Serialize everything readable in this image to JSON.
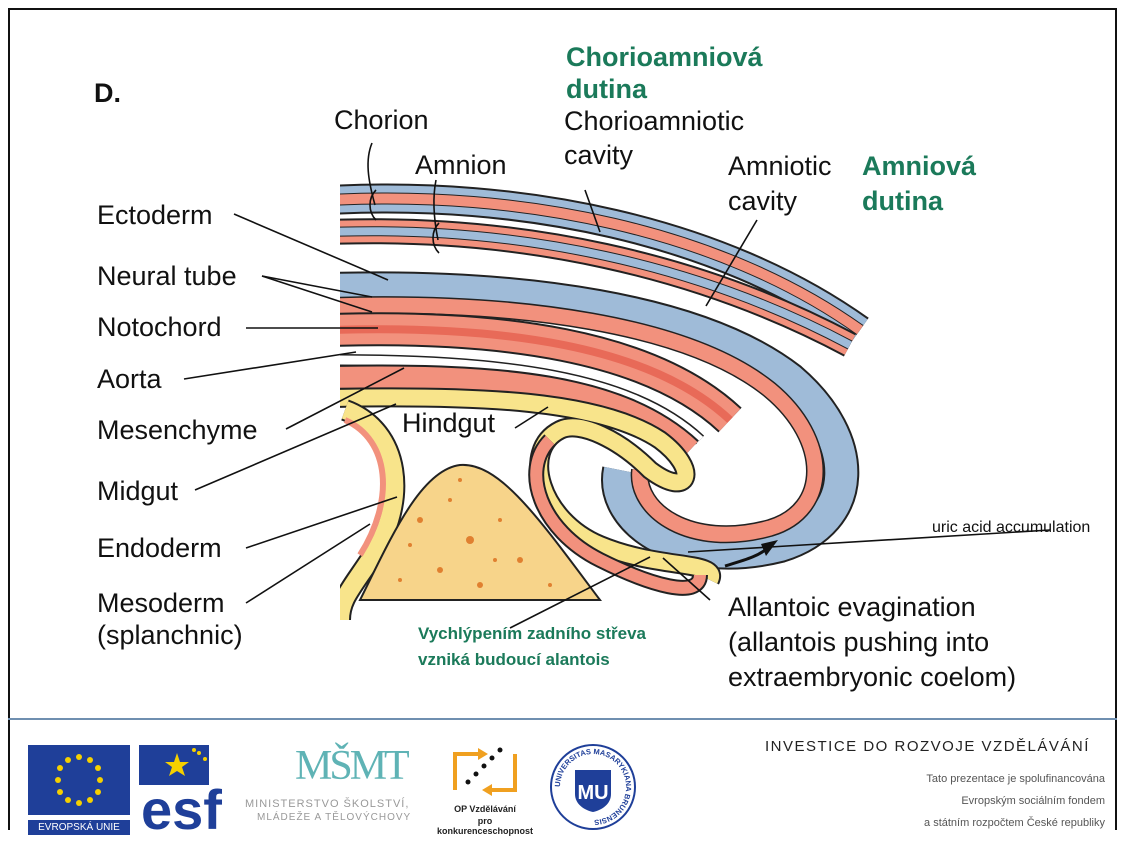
{
  "panel_letter": "D.",
  "labels": {
    "chorion": "Chorion",
    "amnion": "Amnion",
    "chorioamniotic_cavity": [
      "Chorioamniotic",
      "cavity"
    ],
    "chorioamniotic_cavity_cz": [
      "Chorioamniová",
      "dutina"
    ],
    "amniotic_cavity": [
      "Amniotic",
      "cavity"
    ],
    "amniotic_cavity_cz": [
      "Amniová",
      "dutina"
    ],
    "ectoderm": "Ectoderm",
    "neural_tube": "Neural tube",
    "notochord": "Notochord",
    "aorta": "Aorta",
    "mesenchyme": "Mesenchyme",
    "midgut": "Midgut",
    "endoderm": "Endoderm",
    "mesoderm": [
      "Mesoderm",
      "(splanchnic)"
    ],
    "hindgut": "Hindgut",
    "uric_acid": "uric acid accumulation",
    "allantoic": [
      "Allantoic evagination",
      "(allantois pushing into",
      "extraembryonic coelom)"
    ],
    "vychlipenim": [
      "Vychlýpením  zadního střeva",
      "vzniká budoucí alantois"
    ]
  },
  "footer": {
    "eu_caption": "EVROPSKÁ UNIE",
    "esf_text": "esf",
    "msmt_text": "MŠMT",
    "msmt_caption": [
      "MINISTERSTVO ŠKOLSTVÍ,",
      "MLÁDEŽE A TĚLOVÝCHOVY"
    ],
    "op_caption": [
      "OP Vzdělávání",
      "pro konkurenceschopnost"
    ],
    "muni_ring": "UNIVERSITAS MASARYKIANA BRUNENSIS",
    "muni_letters": "MU",
    "investice": "INVESTICE DO ROZVOJE VZDĚLÁVÁNÍ",
    "credit": [
      "Tato prezentace je spolufinancována",
      "Evropským sociálním fondem",
      "a státním rozpočtem České republiky"
    ]
  },
  "colors": {
    "red_layer": "#f2917d",
    "blue_layer": "#9fbbd8",
    "yellow_layer": "#f8e48b",
    "mesenchyme_fill": "#f7d48a",
    "green_text": "#1b7a5a",
    "footer_rule": "#6f8fb0"
  }
}
